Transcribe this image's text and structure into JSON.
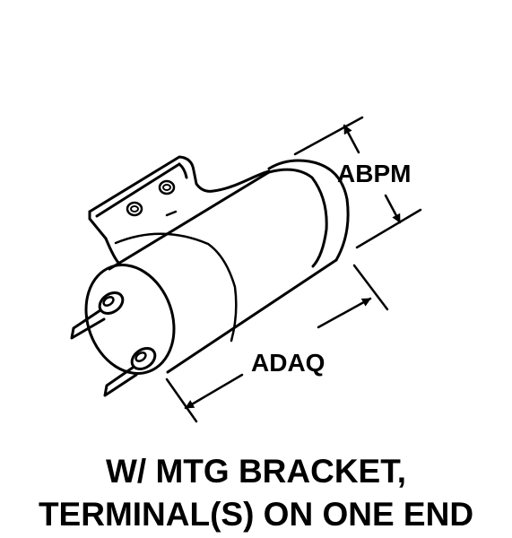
{
  "drawing": {
    "dimension_labels": {
      "diameter": "ABPM",
      "length": "ADAQ"
    },
    "caption": {
      "line1": "W/ MTG BRACKET,",
      "line2": "TERMINAL(S) ON ONE END"
    },
    "colors": {
      "ink": "#000000",
      "paper": "#ffffff"
    }
  }
}
